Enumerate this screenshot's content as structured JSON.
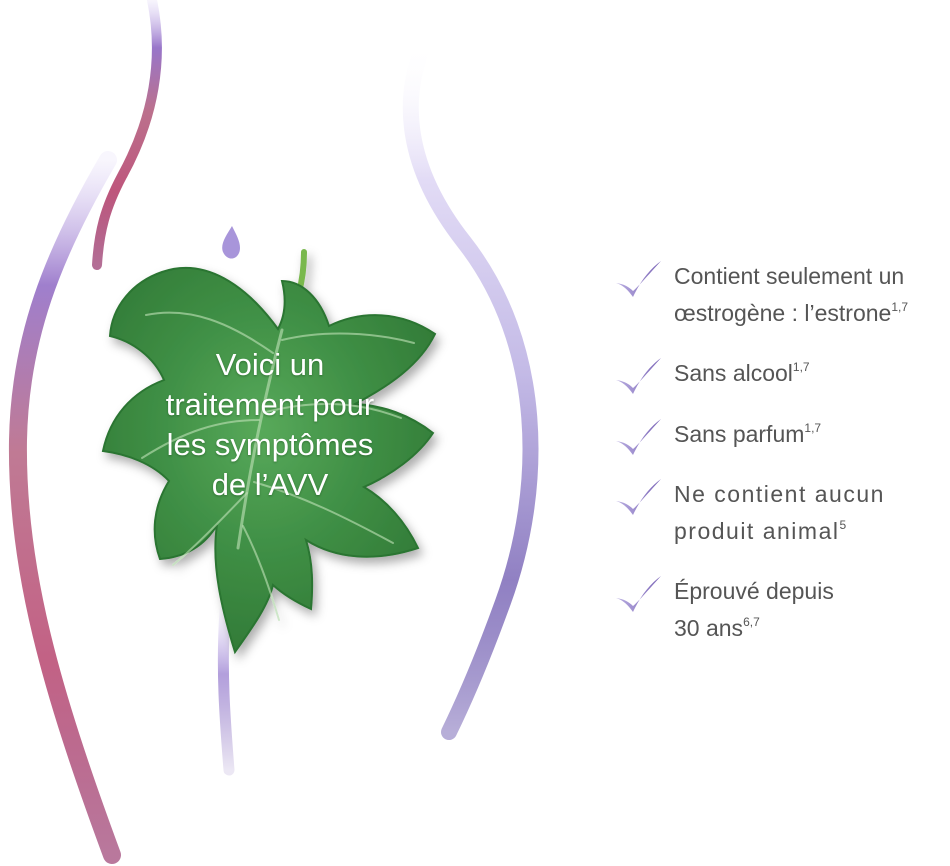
{
  "colors": {
    "background": "#ffffff",
    "body_outline_pink": "#9a2d62",
    "body_outline_purple": "#7d63b9",
    "body_outline_lavender": "#c9bde8",
    "leaf_green": "#3f8f45",
    "leaf_dark_green": "#1f5f2a",
    "check_purple": "#8d7ac4",
    "benefit_text": "#555555",
    "leaf_text": "#ffffff"
  },
  "decorations": {
    "body_outline": "body-silhouette-lines",
    "droplet": "droplet-icon",
    "leaf": "fig-leaf-icon"
  },
  "leaf": {
    "lines": [
      "Voici un",
      "traitement pour",
      "les symptômes",
      "de l’AVV"
    ]
  },
  "benefits": [
    {
      "icon": "check-icon",
      "lines": [
        {
          "text": "Contient seulement un",
          "sup": ""
        },
        {
          "text": "œstrogène : l’estrone",
          "sup": "1,7"
        }
      ]
    },
    {
      "icon": "check-icon",
      "lines": [
        {
          "text": "Sans alcool",
          "sup": "1,7"
        }
      ]
    },
    {
      "icon": "check-icon",
      "lines": [
        {
          "text": "Sans parfum",
          "sup": "1,7"
        }
      ]
    },
    {
      "icon": "check-icon",
      "lines": [
        {
          "text": "Ne contient aucun",
          "sup": ""
        },
        {
          "text": "produit animal",
          "sup": "5"
        }
      ]
    },
    {
      "icon": "check-icon",
      "lines": [
        {
          "text": "Éprouvé depuis",
          "sup": ""
        },
        {
          "text": "30 ans",
          "sup": "6,7"
        }
      ]
    }
  ]
}
